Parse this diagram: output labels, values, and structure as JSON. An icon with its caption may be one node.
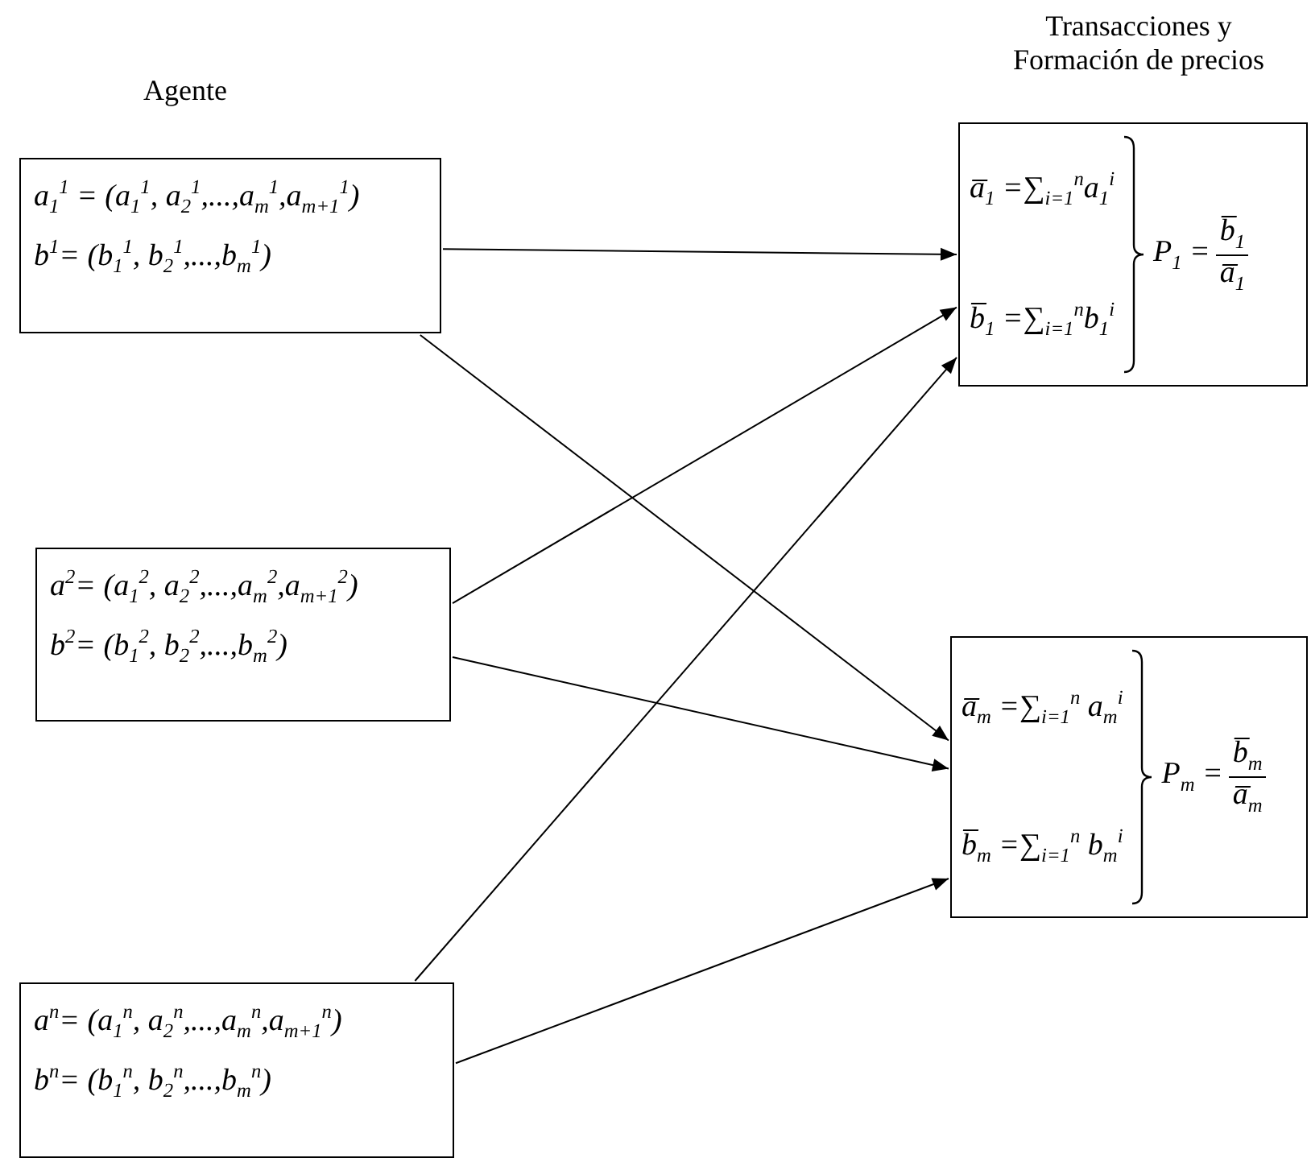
{
  "diagram": {
    "nodes": [
      {
        "text": [
          "a$_{1}$$^{1}$ = (a$_{1}$$^{1}$, a$_{2}$$^{1}$,...,a$_{m}$$^{1}$,a$_{m+1}$$^{1}$)",
          "b$^{1}$= (b$_{1}$$^{1}$, b$_{2}$$^{1}$,...,b$_{m}$$^{1}$)"
        ]
      },
      {
        "text": [
          "a$^{2}$= (a$_{1}$$^{2}$, a$_{2}$$^{2}$,...,a$_{m}$$^{2}$,a$_{m+1}$$^{2}$)",
          "b$^{2}$= (b$_{1}$$^{2}$, b$_{2}$$^{2}$,...,b$_{m}$$^{2}$)"
        ]
      },
      {
        "text": [
          "a$^{n}$= (a$_{1}$$^{n}$, a$_{2}$$^{n}$,...,a$_{m}$$^{n}$,a$_{m+1}$$^{n}$)",
          "b$^{n}$= (b$_{1}$$^{n}$, b$_{2}$$^{n}$,...,b$_{m}$$^{n}$)"
        ]
      },
      {
        "text": [
          "a̅$_{1}$ =∑$_{i=1}$$^{n}$a$_{1}$$^{i}$",
          "b̅$_{1}$ =∑$_{i=1}$$^{n}$b$_{1}$$^{i}$",
          "P$_{1}$ =",
          "b̅$_{1}$",
          "a̅$_{1}$"
        ]
      },
      {
        "text": [
          "a̅$_{m}$ =∑$_{i=1}$$^{n}$ a$_{m}$$^{i}$",
          "b̅$_{m}$ =∑$_{i=1}$$^{n}$ b$_{m}$$^{i}$",
          "P$_{m}$ =",
          "b̅$_{m}$",
          "a̅$_{m}$"
        ]
      }
    ],
    "edges": [
      {
        "from": 0,
        "to": 3,
        "arrow": "to"
      },
      {
        "from": 0,
        "to": 4,
        "arrow": "to"
      },
      {
        "from": 1,
        "to": 3,
        "arrow": "to"
      },
      {
        "from": 1,
        "to": 4,
        "arrow": "to"
      },
      {
        "from": 2,
        "to": 3,
        "arrow": "to"
      },
      {
        "from": 2,
        "to": 4,
        "arrow": "to"
      }
    ],
    "labels": [
      "Transacciones y Formación de precios",
      "Agente"
    ]
  }
}
